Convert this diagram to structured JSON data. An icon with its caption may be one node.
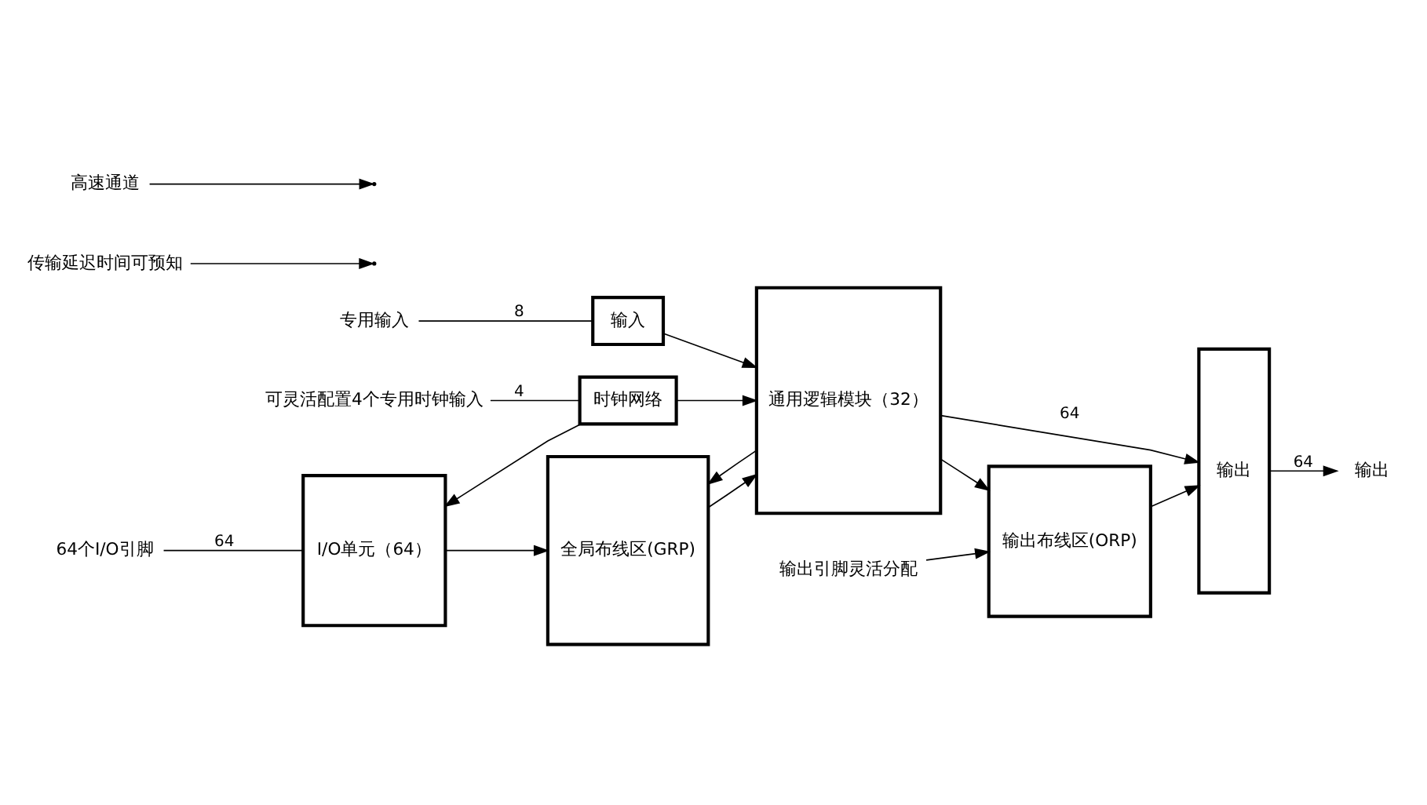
{
  "diagram": {
    "nodes": [
      {
        "text": [
          "专用输入"
        ]
      },
      {
        "text": [
          "输入"
        ]
      },
      {
        "text": [
          "64个I/O引脚"
        ]
      },
      {
        "text": [
          "I/O单元（64）"
        ]
      },
      {
        "text": [
          "可灵活配置4个专用时钟输入"
        ]
      },
      {
        "text": [
          "时钟网络"
        ]
      },
      {
        "text": [
          "全局布线区(GRP)"
        ]
      },
      {
        "text": [
          "通用逻辑模块（32）"
        ]
      },
      {
        "text": [
          "输出布线区(ORP)"
        ]
      },
      {
        "text": [
          "输出"
        ]
      },
      {
        "text": [
          "输出"
        ]
      },
      {
        "text": [
          "传输延迟时间可预知"
        ]
      },
      {
        "text": [
          "高速通道"
        ]
      },
      {
        "text": [
          "输出引脚灵活分配"
        ]
      }
    ],
    "edges": [
      {
        "from": 0,
        "to": 1,
        "arrow": "none",
        "label": "8"
      },
      {
        "from": 1,
        "to": 7,
        "arrow": "to"
      },
      {
        "from": 2,
        "to": 3,
        "arrow": "none",
        "label": "64"
      },
      {
        "from": 3,
        "to": 6,
        "arrow": "to"
      },
      {
        "from": 6,
        "to": 7,
        "arrow": "to"
      },
      {
        "from": 7,
        "to": 9,
        "arrow": "to",
        "label": "64"
      },
      {
        "from": 7,
        "to": 8,
        "arrow": "to"
      },
      {
        "from": 8,
        "to": 9,
        "arrow": "to"
      },
      {
        "from": 9,
        "to": 10,
        "arrow": "to",
        "label": "64"
      },
      {
        "from": 4,
        "to": 5,
        "arrow": "none",
        "label": "4"
      },
      {
        "from": 5,
        "to": 3,
        "arrow": "to"
      },
      {
        "from": 5,
        "to": 7,
        "arrow": "to"
      },
      {
        "from": 7,
        "to": 6,
        "arrow": "to"
      },
      {
        "from": 13,
        "to": 8,
        "arrow": "to"
      },
      {
        "from": 11,
        "to": null,
        "arrow": "to"
      },
      {
        "from": 12,
        "to": null,
        "arrow": "to"
      }
    ]
  }
}
